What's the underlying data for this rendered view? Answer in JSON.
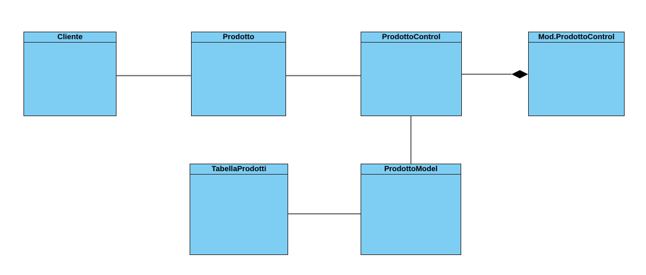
{
  "diagram": {
    "classes": [
      {
        "id": "cliente",
        "name": "Cliente"
      },
      {
        "id": "prodotto",
        "name": "Prodotto"
      },
      {
        "id": "prodotto-control",
        "name": "ProdottoControl"
      },
      {
        "id": "mod-prodotto-control",
        "name": "Mod.ProdottoControl"
      },
      {
        "id": "tabella-prodotti",
        "name": "TabellaProdotti"
      },
      {
        "id": "prodotto-model",
        "name": "ProdottoModel"
      }
    ],
    "relations": [
      {
        "from": "Cliente",
        "to": "Prodotto",
        "type": "association"
      },
      {
        "from": "Prodotto",
        "to": "ProdottoControl",
        "type": "association"
      },
      {
        "from": "ProdottoControl",
        "to": "Mod.ProdottoControl",
        "type": "composition"
      },
      {
        "from": "ProdottoControl",
        "to": "ProdottoModel",
        "type": "association"
      },
      {
        "from": "TabellaProdotti",
        "to": "ProdottoModel",
        "type": "association"
      }
    ],
    "colors": {
      "class_fill": "#7ecef4",
      "class_border": "#3b3b3b",
      "line": "#000000"
    }
  }
}
